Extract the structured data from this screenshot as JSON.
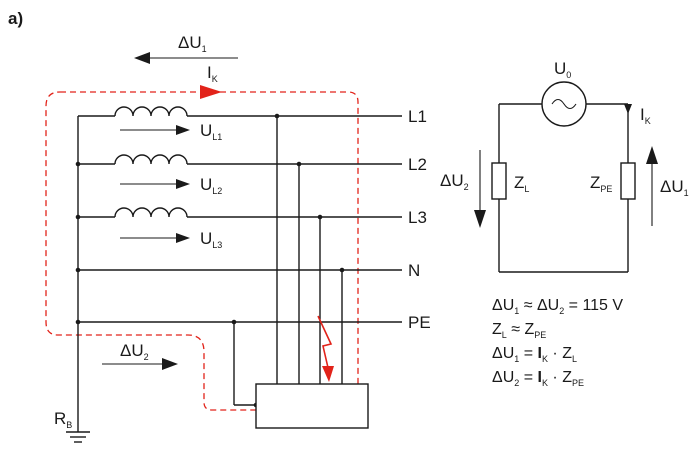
{
  "figure": {
    "label": "a)"
  },
  "left_circuit": {
    "lines": [
      "L1",
      "L2",
      "L3",
      "N",
      "PE"
    ],
    "delta_u1": {
      "sym": "ΔU",
      "sub": "1"
    },
    "fault_current": {
      "sym": "I",
      "sub": "K"
    },
    "voltage_drops": [
      {
        "sym": "U",
        "sub": "L1"
      },
      {
        "sym": "U",
        "sub": "L2"
      },
      {
        "sym": "U",
        "sub": "L3"
      }
    ],
    "delta_u2": {
      "sym": "ΔU",
      "sub": "2"
    },
    "ground_resistor": {
      "sym": "R",
      "sub": "B"
    }
  },
  "right_circuit": {
    "source": {
      "sym": "U",
      "sub": "0"
    },
    "current": {
      "sym": "I",
      "sub": "K"
    },
    "zl": {
      "sym": "Z",
      "sub": "L"
    },
    "zpe": {
      "sym": "Z",
      "sub": "PE"
    },
    "delta_u2": {
      "sym": "ΔU",
      "sub": "2"
    },
    "delta_u1": {
      "sym": "ΔU",
      "sub": "1"
    }
  },
  "equations": {
    "eq1": {
      "a": "ΔU",
      "a_sub": "1",
      "op1": " ≈ ",
      "b": "ΔU",
      "b_sub": "2",
      "rest": " = 115 V"
    },
    "eq2": {
      "a": "Z",
      "a_sub": "L",
      "op1": " ≈ ",
      "b": "Z",
      "b_sub": "PE"
    },
    "eq3": {
      "a": "ΔU",
      "a_sub": "1",
      "op1": " = ",
      "b": "I",
      "b_sub": "K",
      "op2": " · ",
      "c": "Z",
      "c_sub": "L"
    },
    "eq4": {
      "a": "ΔU",
      "a_sub": "2",
      "op1": " = ",
      "b": "I",
      "b_sub": "K",
      "op2": " · ",
      "c": "Z",
      "c_sub": "PE"
    }
  }
}
